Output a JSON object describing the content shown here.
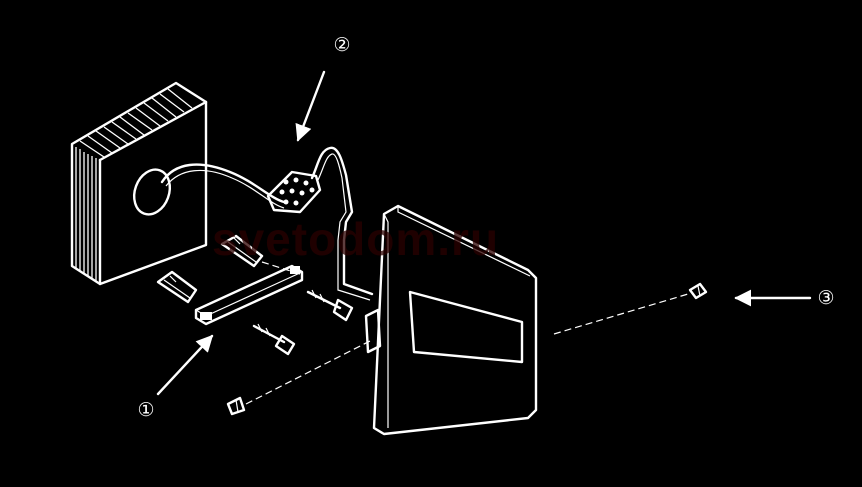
{
  "watermark": "svetodom.ru",
  "callouts": {
    "mounting_parts": "①",
    "cable": "②",
    "screw": "③"
  },
  "colors": {
    "background": "#000000",
    "lines": "#ffffff",
    "watermark": "#2a0000"
  }
}
